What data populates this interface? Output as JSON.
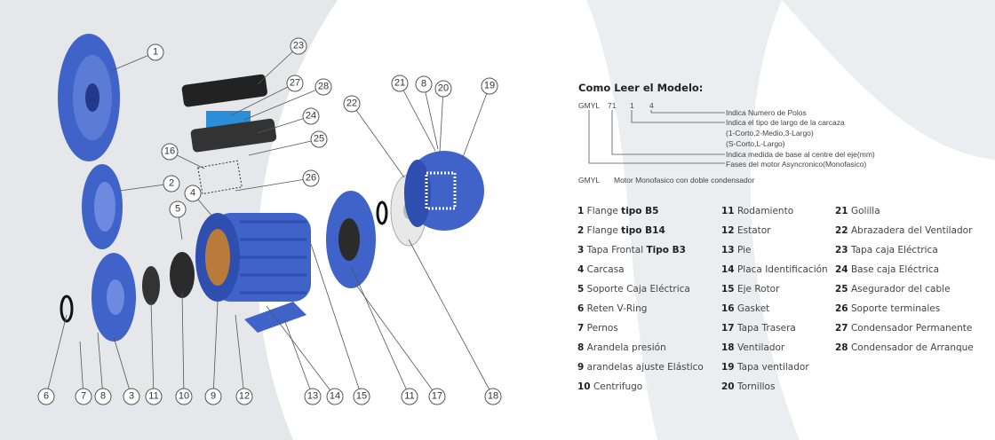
{
  "callouts": [
    "1",
    "23",
    "27",
    "28",
    "24",
    "25",
    "16",
    "26",
    "2",
    "4",
    "5",
    "21",
    "8",
    "20",
    "19",
    "22",
    "6",
    "7",
    "8",
    "3",
    "11",
    "10",
    "9",
    "12",
    "13",
    "14",
    "15",
    "11",
    "17",
    "18"
  ],
  "model": {
    "title": "Como Leer el Modelo:",
    "code": [
      "GMYL",
      "71",
      "1",
      "4"
    ],
    "descriptions": [
      "Indica Numero de Polos",
      "Indica el tipo de largo de la carcaza",
      "(1-Corto,2-Medio,3-Largo)",
      "(S-Corto,L-Largo)",
      "Indica medida de base al centre del eje(mm)",
      "Fases del motor Asyncronico(Monofasico)"
    ],
    "example_code": "GMYL",
    "example_text": "Motor Monofasico con doble condensador"
  },
  "parts": [
    {
      "num": "1",
      "text": "Flange ",
      "bold": "tipo B5"
    },
    {
      "num": "2",
      "text": "Flange ",
      "bold": "tipo B14"
    },
    {
      "num": "3",
      "text": "Tapa Frontal ",
      "bold": "Tipo B3"
    },
    {
      "num": "4",
      "text": "Carcasa",
      "bold": ""
    },
    {
      "num": "5",
      "text": "Soporte Caja Eléctrica",
      "bold": ""
    },
    {
      "num": "6",
      "text": "Reten  V-Ring",
      "bold": ""
    },
    {
      "num": "7",
      "text": "Pernos",
      "bold": ""
    },
    {
      "num": "8",
      "text": "Arandela presión",
      "bold": ""
    },
    {
      "num": "9",
      "text": "arandelas ajuste Elástico",
      "bold": ""
    },
    {
      "num": "10",
      "text": "Centrifugo",
      "bold": ""
    },
    {
      "num": "11",
      "text": "Rodamiento",
      "bold": ""
    },
    {
      "num": "12",
      "text": "Estator",
      "bold": ""
    },
    {
      "num": "13",
      "text": "Pie",
      "bold": ""
    },
    {
      "num": "14",
      "text": "Placa Identificación",
      "bold": ""
    },
    {
      "num": "15",
      "text": "Eje Rotor",
      "bold": ""
    },
    {
      "num": "16",
      "text": "Gasket",
      "bold": ""
    },
    {
      "num": "17",
      "text": "Tapa Trasera",
      "bold": ""
    },
    {
      "num": "18",
      "text": "Ventilador",
      "bold": ""
    },
    {
      "num": "19",
      "text": "Tapa ventilador",
      "bold": ""
    },
    {
      "num": "20",
      "text": "Tornillos",
      "bold": ""
    },
    {
      "num": "21",
      "text": "Golilla",
      "bold": ""
    },
    {
      "num": "22",
      "text": "Abrazadera del Ventilador",
      "bold": ""
    },
    {
      "num": "23",
      "text": "Tapa caja Eléctrica",
      "bold": ""
    },
    {
      "num": "24",
      "text": "Base caja Eléctrica",
      "bold": ""
    },
    {
      "num": "25",
      "text": "Asegurador del cable",
      "bold": ""
    },
    {
      "num": "26",
      "text": "Soporte terminales",
      "bold": ""
    },
    {
      "num": "27",
      "text": "Condensador Permanente",
      "bold": ""
    },
    {
      "num": "28",
      "text": "Condensador de Arranque",
      "bold": ""
    }
  ],
  "colors": {
    "motor_blue": "#3f63c8",
    "background_swoosh": "#e6e7ea"
  }
}
